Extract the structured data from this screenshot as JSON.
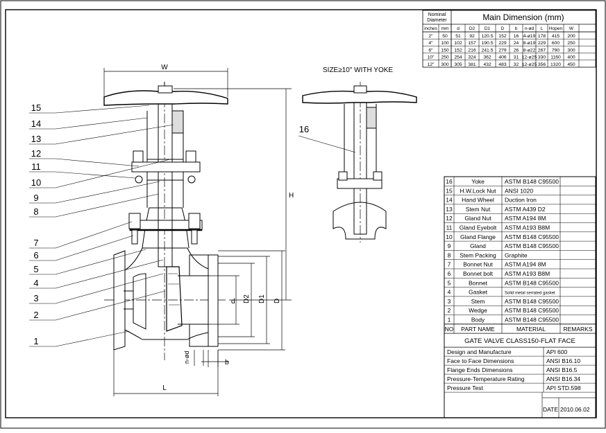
{
  "dimension_table": {
    "title": "Main Dimension (mm)",
    "nominal_header": "Nominal Diameter",
    "columns": [
      "inches",
      "mm",
      "d",
      "D2",
      "D1",
      "D",
      "b",
      "n-ød",
      "L",
      "Hopen",
      "W"
    ],
    "rows": [
      [
        "2\"",
        "50",
        "51",
        "92",
        "120.5",
        "152",
        "16",
        "4-ø19",
        "178",
        "415",
        "200"
      ],
      [
        "4\"",
        "100",
        "102",
        "157",
        "190.5",
        "229",
        "24",
        "8-ø19",
        "229",
        "600",
        "250"
      ],
      [
        "6\"",
        "150",
        "152",
        "216",
        "241.5",
        "279",
        "26",
        "8-ø22",
        "267",
        "790",
        "300"
      ],
      [
        "10\"",
        "250",
        "254",
        "324",
        "362",
        "406",
        "31",
        "12-ø25",
        "330",
        "1160",
        "400"
      ],
      [
        "12\"",
        "300",
        "305",
        "381",
        "432",
        "483",
        "32",
        "12-ø25",
        "356",
        "1320",
        "450"
      ]
    ]
  },
  "yoke_note": "SIZE≥10\" WITH YOKE",
  "callouts": [
    "15",
    "14",
    "13",
    "12",
    "11",
    "10",
    "9",
    "8",
    "7",
    "6",
    "5",
    "4",
    "3",
    "2",
    "1",
    "16"
  ],
  "dim_labels": {
    "W": "W",
    "H": "H",
    "L": "L",
    "d": "d",
    "D2": "D2",
    "D1": "D1",
    "D": "D",
    "nd": "n-ød",
    "b": "b"
  },
  "parts_table": {
    "header": {
      "no": "NO",
      "name": "PART NAME",
      "material": "MATERIAL",
      "remarks": "REMARKS"
    },
    "rows": [
      {
        "no": "16",
        "name": "Yoke",
        "material": "ASTM B148 C95500"
      },
      {
        "no": "15",
        "name": "H.W.Lock Nut",
        "material": "ANSI 1020"
      },
      {
        "no": "14",
        "name": "Hand Wheel",
        "material": "Duction Iron"
      },
      {
        "no": "13",
        "name": "Stem Nut",
        "material": "ASTM A439 D2"
      },
      {
        "no": "12",
        "name": "Gland Nut",
        "material": "ASTM A194 8M"
      },
      {
        "no": "11",
        "name": "Gland Eyebolt",
        "material": "ASTM A193 B8M"
      },
      {
        "no": "10",
        "name": "Gland Flange",
        "material": "ASTM B148 C95500"
      },
      {
        "no": "9",
        "name": "Gland",
        "material": "ASTM B148 C95500"
      },
      {
        "no": "8",
        "name": "Stem Packing",
        "material": "Graphite"
      },
      {
        "no": "7",
        "name": "Bonnet Nut",
        "material": "ASTM A194 8M"
      },
      {
        "no": "6",
        "name": "Bonnet bolt",
        "material": "ASTM A193 B8M"
      },
      {
        "no": "5",
        "name": "Bonnet",
        "material": "ASTM B148 C95500"
      },
      {
        "no": "4",
        "name": "Gasket",
        "material": "Solid metal serrated gasket"
      },
      {
        "no": "3",
        "name": "Stem",
        "material": "ASTM B148 C95500"
      },
      {
        "no": "2",
        "name": "Wedge",
        "material": "ASTM B148 C95500"
      },
      {
        "no": "1",
        "name": "Body",
        "material": "ASTM B148 C95500"
      }
    ],
    "title": "GATE VALVE CLASS150-FLAT FACE",
    "standards": [
      {
        "label": "Design and Manufacture",
        "value": "API 600"
      },
      {
        "label": "Face to Face Dimensions",
        "value": "ANSI B16.10"
      },
      {
        "label": "Flange Ends Dimensions",
        "value": "ANSI B16.5"
      },
      {
        "label": "Pressure-Temperature Rating",
        "value": "ANSI B16.34"
      },
      {
        "label": "Pressure Test",
        "value": "API STD.598"
      }
    ],
    "date_label": "DATE",
    "date_value": "2010.06.02"
  }
}
